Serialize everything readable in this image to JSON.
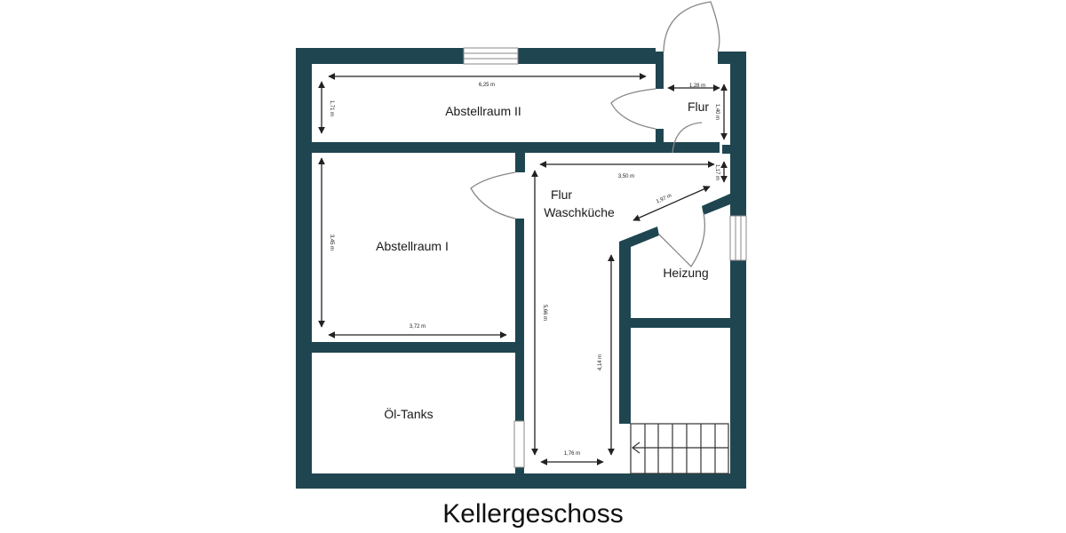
{
  "plan": {
    "title": "Kellergeschoss",
    "wall_color": "#1f4650",
    "rooms": [
      {
        "name": "Abstellraum II",
        "dims": [
          "6,25 m",
          "1,71 m"
        ]
      },
      {
        "name": "Flur",
        "dims": [
          "1,28 m",
          "1,40 m"
        ]
      },
      {
        "name": "Abstellraum I",
        "dims": [
          "3,45 m",
          "3,72 m"
        ]
      },
      {
        "name_line1": "Flur",
        "name_line2": "Waschküche",
        "dims": [
          "3,50 m",
          "1,17 m",
          "1,97 m",
          "5,66 m",
          "4,14 m",
          "1,76 m"
        ]
      },
      {
        "name": "Heizung"
      },
      {
        "name": "Öl-Tanks"
      }
    ]
  }
}
